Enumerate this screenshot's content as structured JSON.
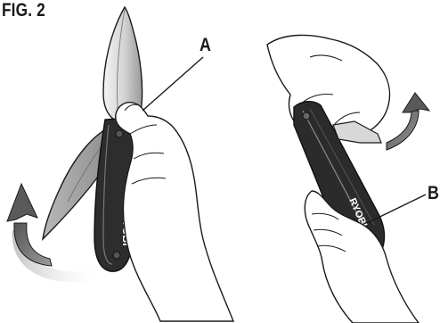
{
  "figure": {
    "title": "FIG. 2",
    "callouts": {
      "a": "A",
      "b": "B"
    },
    "brand_mark": "RYOBI"
  },
  "colors": {
    "ink": "#1a1a1a",
    "blade_light": "#e6e6e6",
    "blade_mid": "#bdbdbd",
    "blade_dark": "#8f8f8f",
    "handle": "#2b2b2b",
    "arrow_body": "#6b6b6b",
    "arrow_shadow": "#cfcfcf"
  }
}
